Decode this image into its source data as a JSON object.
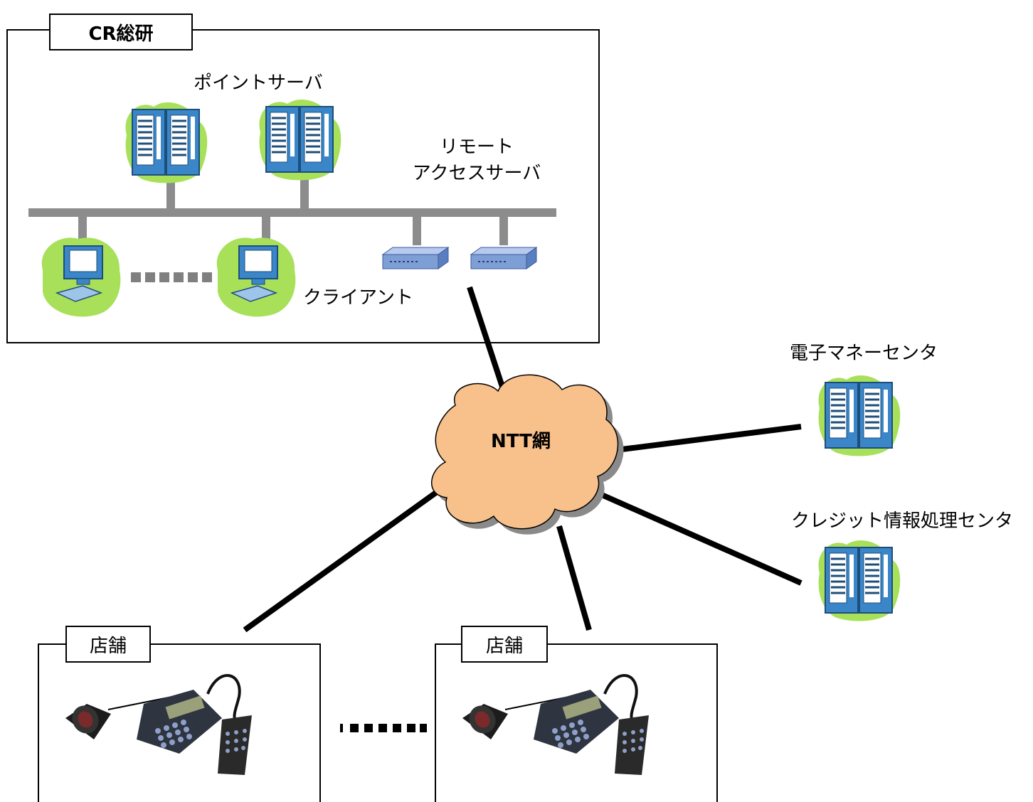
{
  "hq": {
    "title": "CR総研",
    "point_server_label": "ポイントサーバ",
    "remote_access_label_line1": "リモート",
    "remote_access_label_line2": "アクセスサーバ",
    "client_label": "クライアント"
  },
  "network": {
    "label": "NTT網"
  },
  "centers": {
    "emoney_label": "電子マネーセンタ",
    "credit_label": "クレジット情報処理センタ"
  },
  "stores": [
    {
      "title": "店舗"
    },
    {
      "title": "店舗"
    }
  ],
  "colors": {
    "lan_bus": "#8c8c8c",
    "cloud_fill": "#f8c08a",
    "cloud_shadow": "#8a8a8a",
    "blob_green": "#a8e05a",
    "server_blue": "#3a86c8",
    "router_blue": "#7e9ed6"
  },
  "icons": [
    "server-icon",
    "client-pc-icon",
    "router-icon",
    "payment-terminal-icon",
    "cloud-icon"
  ]
}
